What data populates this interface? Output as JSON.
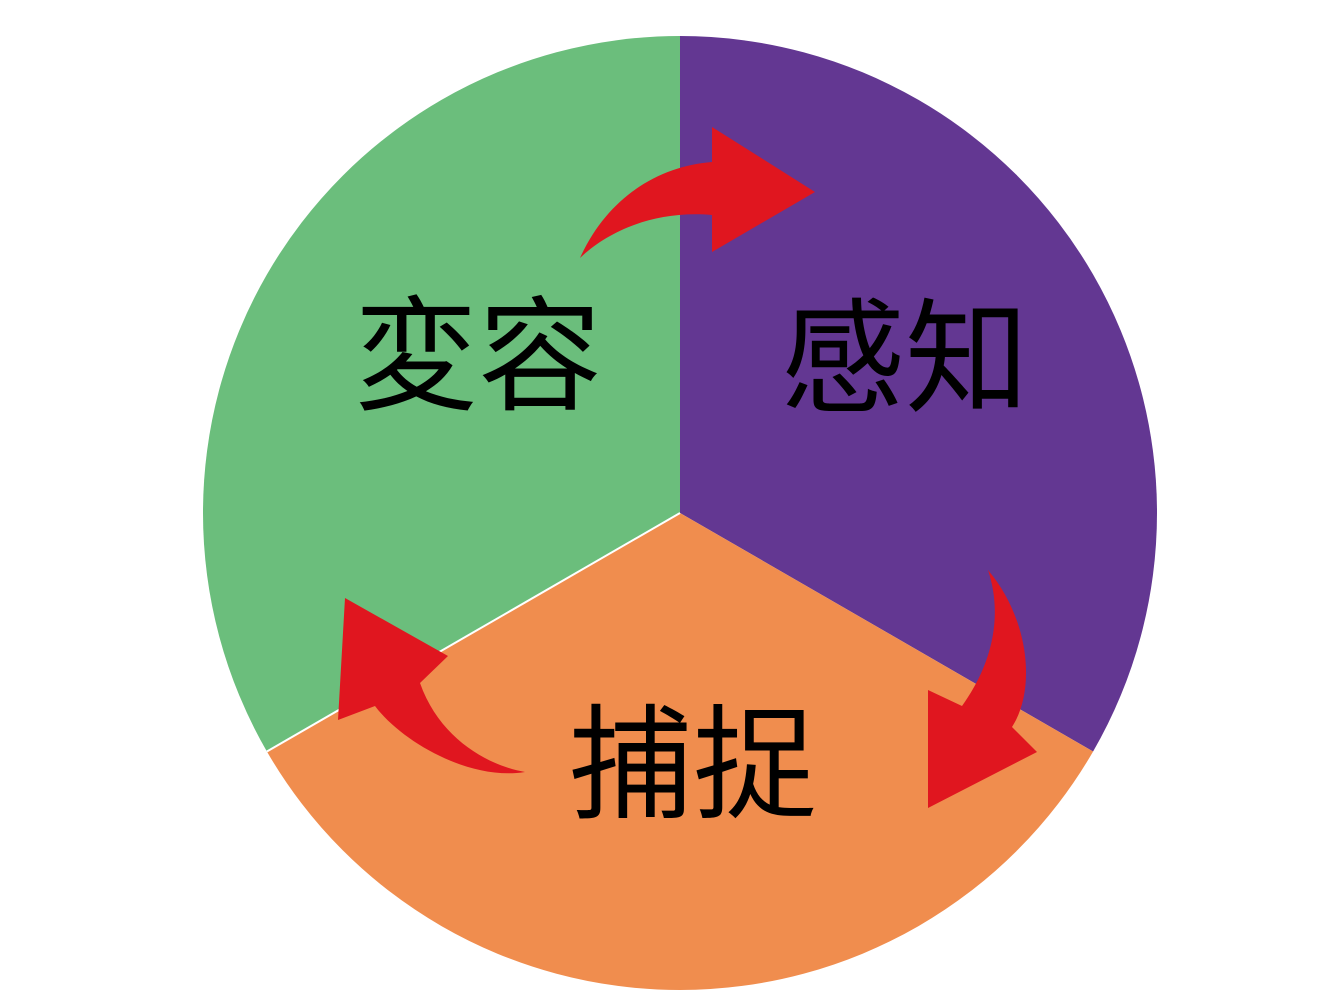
{
  "diagram": {
    "sectors": [
      {
        "label": "変容",
        "color": "#6BBE7C"
      },
      {
        "label": "感知",
        "color": "#633792"
      },
      {
        "label": "捕捉",
        "color": "#F08D4E"
      }
    ],
    "arrow_color": "#E0161F",
    "text_color": "#000000"
  }
}
